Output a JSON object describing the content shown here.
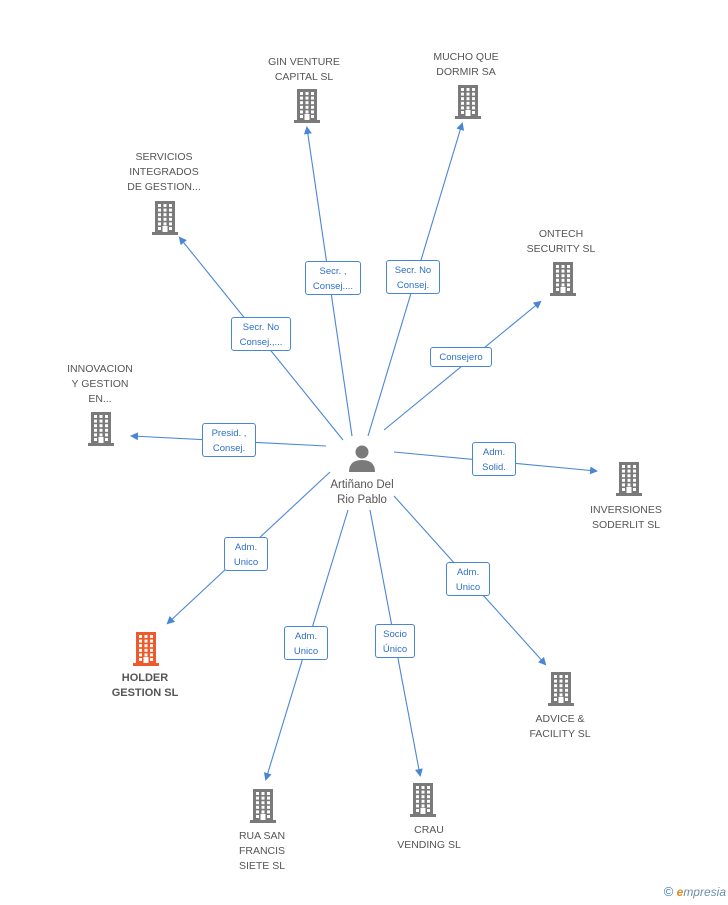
{
  "center": {
    "label": "Artiñano Del\nRio Pablo",
    "icon": "person-icon"
  },
  "colors": {
    "edge": "#4a86d6",
    "building": "#7a7a7a",
    "building_highlight": "#ee5a2a"
  },
  "nodes": [
    {
      "id": "gin",
      "label": "GIN VENTURE\nCAPITAL  SL",
      "icon": "building-icon"
    },
    {
      "id": "mucho",
      "label": "MUCHO QUE\nDORMIR SA",
      "icon": "building-icon"
    },
    {
      "id": "servicios",
      "label": "SERVICIOS\nINTEGRADOS\nDE GESTION...",
      "icon": "building-icon"
    },
    {
      "id": "ontech",
      "label": "ONTECH\nSECURITY SL",
      "icon": "building-icon"
    },
    {
      "id": "innovacion",
      "label": "INNOVACION\nY GESTION\nEN...",
      "icon": "building-icon"
    },
    {
      "id": "inversiones",
      "label": "INVERSIONES\nSODERLIT SL",
      "icon": "building-icon"
    },
    {
      "id": "holder",
      "label": "HOLDER\nGESTION SL",
      "icon": "building-icon",
      "highlight": true
    },
    {
      "id": "advice",
      "label": "ADVICE &\nFACILITY SL",
      "icon": "building-icon"
    },
    {
      "id": "rua",
      "label": "RUA SAN\nFRANCIS\nSIETE SL",
      "icon": "building-icon"
    },
    {
      "id": "crau",
      "label": "CRAU\nVENDING SL",
      "icon": "building-icon"
    }
  ],
  "edges": [
    {
      "to": "gin",
      "label": "Secr. ,\nConsej...."
    },
    {
      "to": "mucho",
      "label": "Secr.  No\nConsej."
    },
    {
      "to": "servicios",
      "label": "Secr.  No\nConsej.,..."
    },
    {
      "to": "ontech",
      "label": "Consejero"
    },
    {
      "to": "innovacion",
      "label": "Presid. ,\nConsej."
    },
    {
      "to": "inversiones",
      "label": "Adm.\nSolid."
    },
    {
      "to": "holder",
      "label": "Adm.\nUnico"
    },
    {
      "to": "advice",
      "label": "Adm.\nUnico"
    },
    {
      "to": "rua",
      "label": "Adm.\nUnico"
    },
    {
      "to": "crau",
      "label": "Socio\nÚnico"
    }
  ],
  "footer": {
    "copyright": "©",
    "brand_e": "e",
    "brand_rest": "mpresia"
  }
}
